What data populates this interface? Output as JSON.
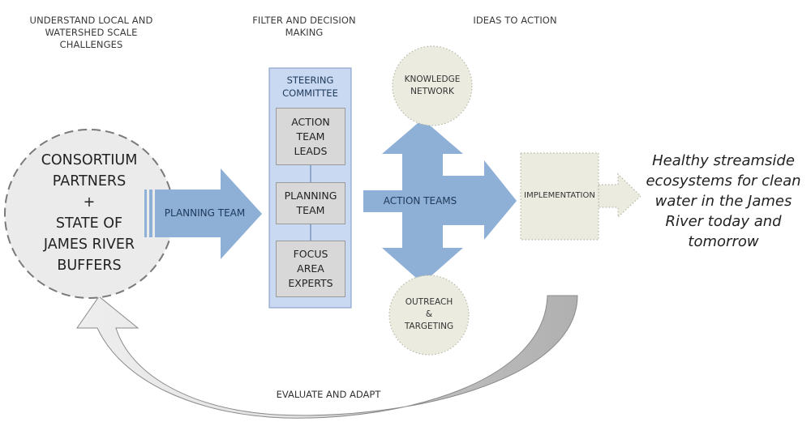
{
  "headers": {
    "col1": [
      "UNDERSTAND LOCAL AND",
      "WATERSHED SCALE",
      "CHALLENGES"
    ],
    "col2": [
      "FILTER AND DECISION",
      "MAKING"
    ],
    "col3": "IDEAS TO ACTION"
  },
  "source_circle": {
    "lines": [
      "CONSORTIUM",
      "PARTNERS",
      "+",
      "STATE OF",
      "JAMES RIVER",
      "BUFFERS"
    ]
  },
  "planning_arrow": {
    "label": "PLANNING TEAM"
  },
  "steering": {
    "title": [
      "STEERING",
      "COMMITTEE"
    ],
    "boxes": [
      {
        "lines": [
          "ACTION",
          "TEAM",
          "LEADS"
        ]
      },
      {
        "lines": [
          "PLANNING",
          "TEAM"
        ]
      },
      {
        "lines": [
          "FOCUS",
          "AREA",
          "EXPERTS"
        ]
      }
    ]
  },
  "action_arrow": {
    "label": "ACTION TEAMS"
  },
  "knowledge_circle": {
    "lines": [
      "KNOWLEDGE",
      "NETWORK"
    ]
  },
  "outreach_circle": {
    "lines": [
      "OUTREACH",
      "&",
      "TARGETING"
    ]
  },
  "implementation": {
    "label": "IMPLEMENTATION"
  },
  "outcome": {
    "lines": [
      "Healthy streamside",
      "ecosystems for clean",
      "water in the James",
      "River today and",
      "tomorrow"
    ]
  },
  "feedback": {
    "label": "EVALUATE AND ADAPT"
  },
  "colors": {
    "arrow_blue": "#8eafd6",
    "steering_fill": "#c9d9f2",
    "steering_border": "#7d97c0",
    "circle_fill": "#ebebeb",
    "green_fill": "#ebecdf",
    "feedback_dark": "#b2b2b2",
    "feedback_light": "#ececec"
  }
}
